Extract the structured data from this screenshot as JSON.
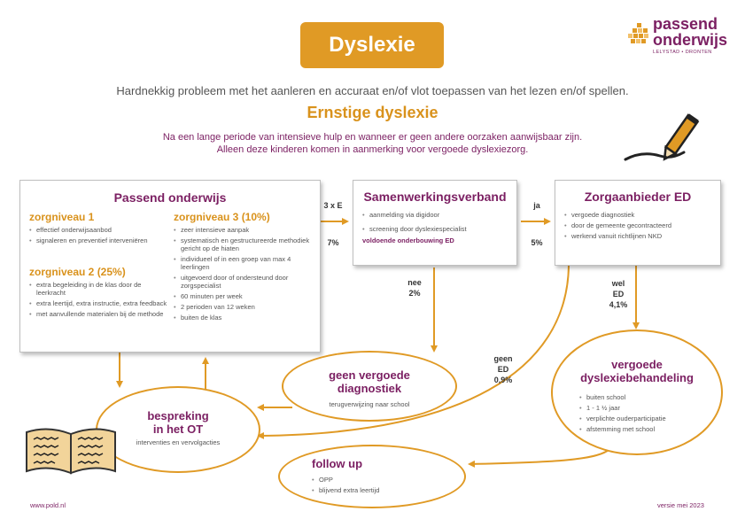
{
  "title": "Dyslexie",
  "logo": {
    "line1": "passend",
    "line2": "onderwijs",
    "sub": "LELYSTAD • DRONTEN"
  },
  "intro": "Hardnekkig probleem met het aanleren en accuraat en/of vlot toepassen van het lezen en/of spellen.",
  "subtitle": "Ernstige dyslexie",
  "description": {
    "line1": "Na een lange periode van intensieve hulp en wanneer er geen andere oorzaken aanwijsbaar zijn.",
    "line2": "Alleen deze kinderen komen in aanmerking voor vergoede dyslexiezorg."
  },
  "passend": {
    "title": "Passend onderwijs",
    "z1": {
      "title": "zorgniveau 1",
      "items": [
        "effectief onderwijsaanbod",
        "signaleren en preventief interveniëren"
      ]
    },
    "z2": {
      "title": "zorgniveau 2 (25%)",
      "items": [
        "extra begeleiding in de klas door de leerkracht",
        "extra leertijd, extra instructie, extra feedback",
        "met aanvullende materialen bij de methode"
      ]
    },
    "z3": {
      "title": "zorgniveau 3 (10%)",
      "items": [
        "zeer intensieve aanpak",
        "systematisch en gestructureerde methodiek gericht op de hiaten",
        "individueel of in een groep van max 4 leerlingen",
        "uitgevoerd door of ondersteund door zorgspecialist",
        "60 minuten per week",
        "2 perioden van 12 weken",
        "buiten de klas"
      ]
    }
  },
  "swv": {
    "title": "Samenwerkingsverband",
    "items": [
      "aanmelding via digidoor",
      "screening door dyslexiespecialist"
    ],
    "note": "voldoende onderbouwing ED"
  },
  "zorg": {
    "title": "Zorgaanbieder ED",
    "items": [
      "vergoede diagnostiek",
      "door de gemeente gecontracteerd",
      "werkend vanuit richtlijnen NKD"
    ]
  },
  "edges": {
    "e1_top": "3 x E",
    "e1_bottom": "7%",
    "e2_top": "ja",
    "e2_bottom": "5%",
    "nee_1": "nee",
    "nee_2": "2%",
    "wel_1": "wel",
    "wel_2": "ED",
    "wel_3": "4,1%",
    "geen_1": "geen",
    "geen_2": "ED",
    "geen_3": "0,9%"
  },
  "gvd": {
    "title1": "geen vergoede",
    "title2": "diagnostiek",
    "sub": "terugverwijzing naar school"
  },
  "vdb": {
    "title1": "vergoede",
    "title2": "dyslexiebehandeling",
    "items": [
      "buiten school",
      "1 - 1 ½ jaar",
      "verplichte ouderparticipatie",
      "afstemming met school"
    ]
  },
  "ot": {
    "title1": "bespreking",
    "title2": "in het OT",
    "sub": "interventies en vervolgacties"
  },
  "fu": {
    "title": "follow up",
    "items": [
      "OPP",
      "blijvend extra leertijd"
    ]
  },
  "footer": {
    "left": "www.pold.nl",
    "right": "versie mei 2023"
  },
  "colors": {
    "orange": "#e09a25",
    "purple": "#7b1f62",
    "book": "#f2d49a"
  }
}
